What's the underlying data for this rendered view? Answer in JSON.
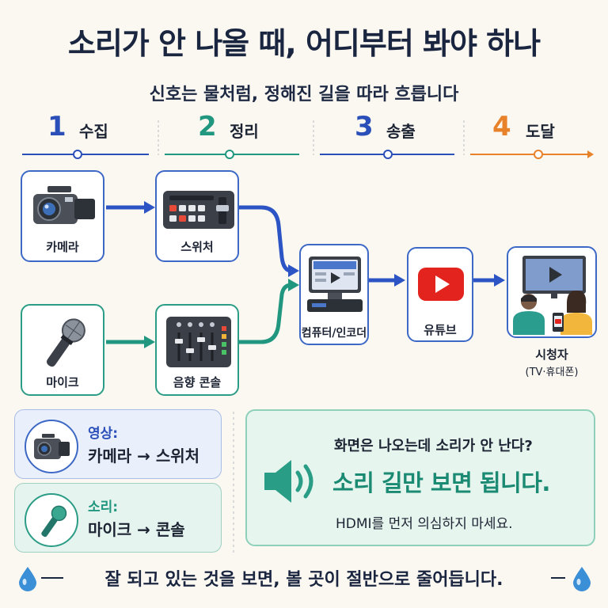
{
  "title": "소리가 안 나올 때, 어디부터 봐야 하나",
  "subtitle": "신호는 물처럼, 정해진 길을 따라 흐릅니다",
  "steps": [
    {
      "num": "1",
      "label": "수집",
      "color": "#2a4fb8"
    },
    {
      "num": "2",
      "label": "정리",
      "color": "#22977f"
    },
    {
      "num": "3",
      "label": "송출",
      "color": "#2a4fb8"
    },
    {
      "num": "4",
      "label": "도달",
      "color": "#e8822a"
    }
  ],
  "nodes": {
    "camera": "카메라",
    "switcher": "스위처",
    "mic": "마이크",
    "console": "음향 콘솔",
    "computer": "컴퓨터/인코더",
    "youtube": "유튜브",
    "viewer": "시청자",
    "viewer_sub": "(TV·휴대폰)"
  },
  "legend": {
    "video_head": "영상:",
    "video_text": "카메라 → 스위처",
    "audio_head": "소리:",
    "audio_text": "마이크 → 콘솔"
  },
  "tip": {
    "question": "화면은 나오는데 소리가 안 난다?",
    "headline": "소리 길만 보면 됩니다.",
    "note": "HDMI를 먼저 의심하지 마세요."
  },
  "footer": "잘 되고 있는 것을 보면, 볼 곳이 절반으로 줄어듭니다.",
  "colors": {
    "video_path": "#2c54c4",
    "audio_path": "#22977f",
    "reach": "#e8822a",
    "youtube_red": "#e3231d"
  }
}
